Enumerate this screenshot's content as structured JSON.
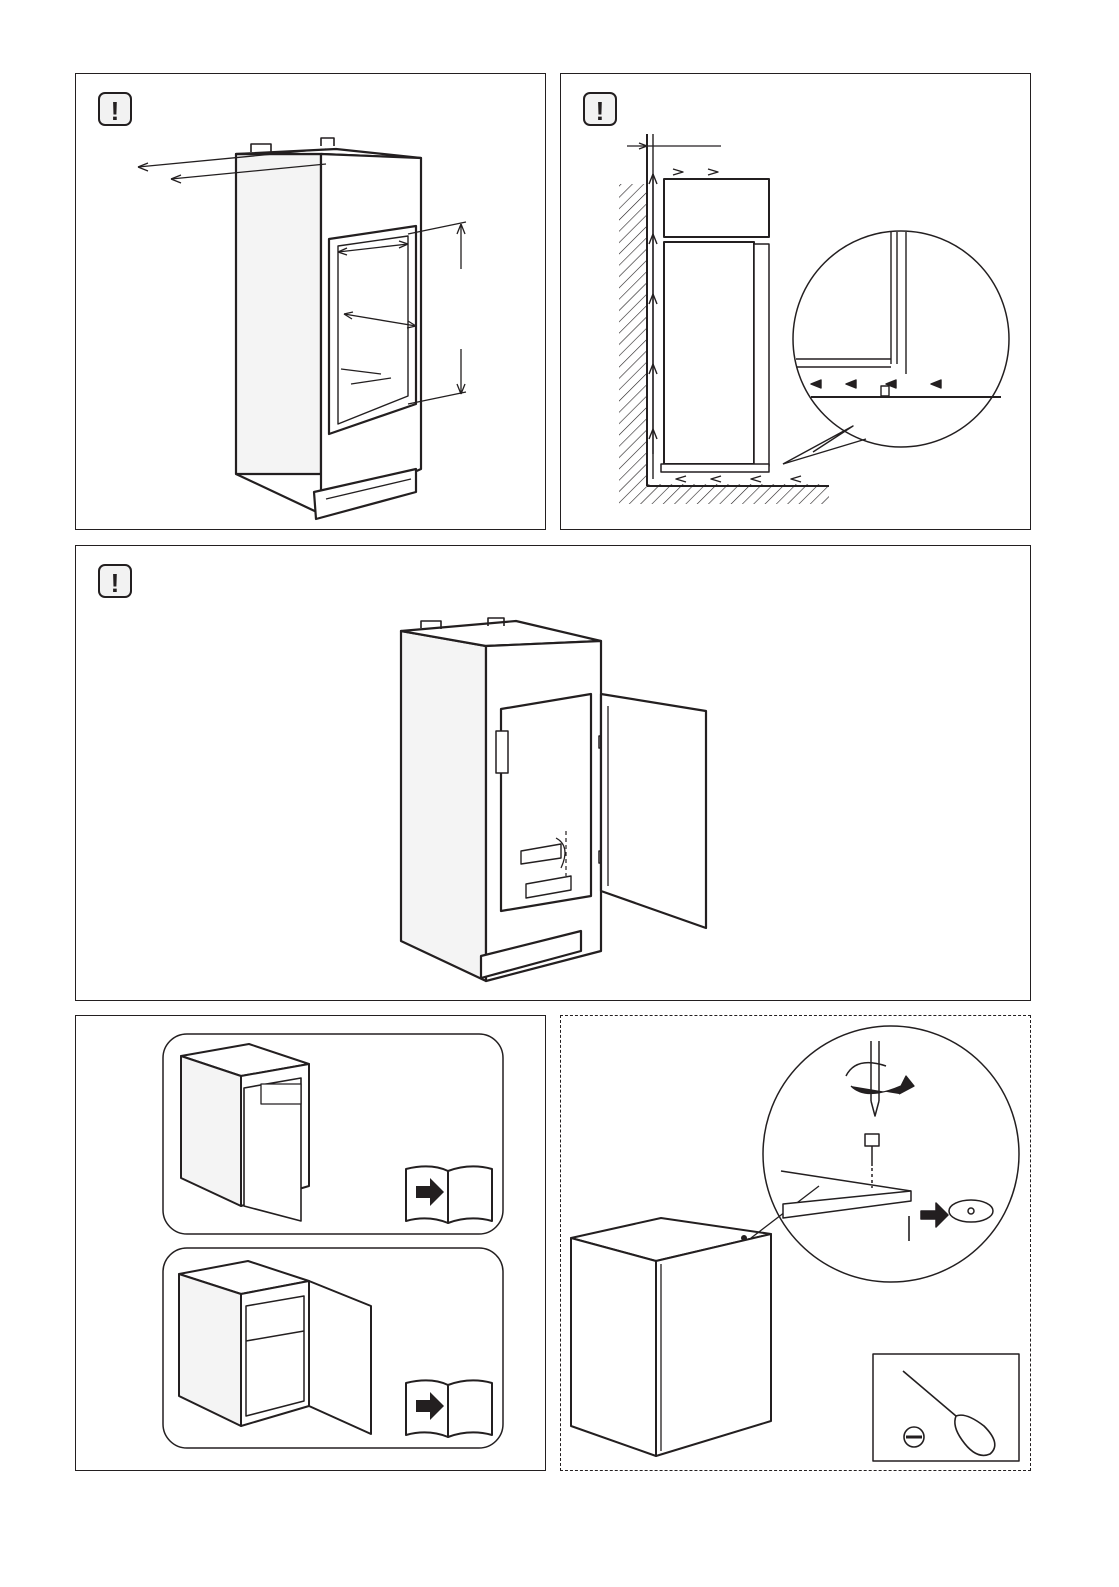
{
  "warning_symbol": "!",
  "panels": [
    {
      "name": "panel-niche-dimensions",
      "icon": "warning-icon"
    },
    {
      "name": "panel-ventilation",
      "icon": "warning-icon"
    },
    {
      "name": "panel-door-hinge",
      "icon": "warning-icon"
    },
    {
      "name": "panel-door-reversal-refs",
      "icon": "manual-reference-icon"
    },
    {
      "name": "panel-screw-removal",
      "icon": "screwdriver-icon"
    }
  ],
  "colors": {
    "ink": "#231f20",
    "shade": "#d9d9d9",
    "paper": "#ffffff"
  }
}
